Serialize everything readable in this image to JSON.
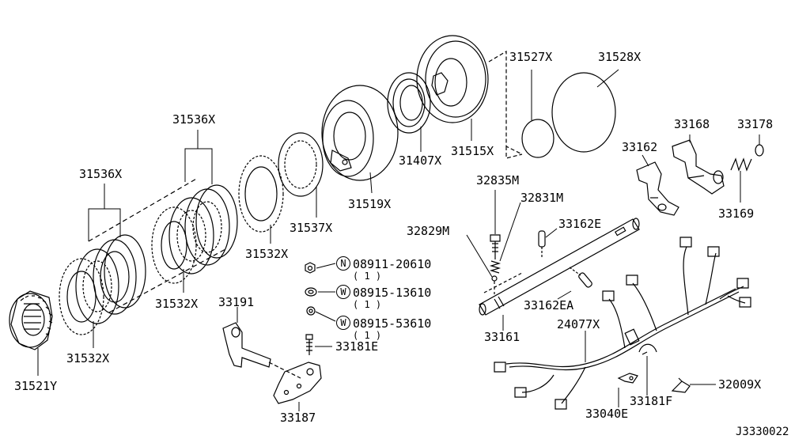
{
  "parts": {
    "p31527": "31527X",
    "p31528": "31528X",
    "p31536_top": "31536X",
    "p31536_left": "31536X",
    "p31515": "31515X",
    "p31407": "31407X",
    "p31519": "31519X",
    "p31537": "31537X",
    "p31532_mid": "31532X",
    "p31532_center": "31532X",
    "p31532_left": "31532X",
    "p31521": "31521Y",
    "p32835": "32835M",
    "p32831": "32831M",
    "p32829": "32829M",
    "p33162E": "33162E",
    "p33162EA": "33162EA",
    "p33161": "33161",
    "p33162": "33162",
    "p33168": "33168",
    "p33178": "33178",
    "p33169": "33169",
    "p24077": "24077X",
    "p33191": "33191",
    "p33181E": "33181E",
    "p33187": "33187",
    "p33040E": "33040E",
    "p33181F": "33181F",
    "p32009": "32009X"
  },
  "fasteners": [
    {
      "symbol": "N",
      "code": "08911-20610",
      "qty": "( 1 )"
    },
    {
      "symbol": "W",
      "code": "08915-13610",
      "qty": "( 1 )"
    },
    {
      "symbol": "W",
      "code": "08915-53610",
      "qty": "( 1 )"
    }
  ],
  "diagram_id": "J3330022"
}
